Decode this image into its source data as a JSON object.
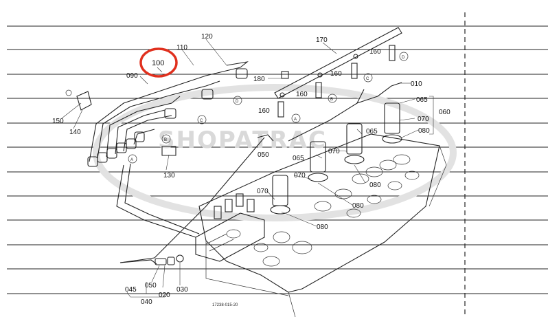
{
  "diagram": {
    "drawing_number": "17238-015-20",
    "watermark": "SHOPATRAC",
    "highlight": {
      "label": "100",
      "color": "#e0301e"
    },
    "part_labels": {
      "p010": "010",
      "p020": "020",
      "p030": "030",
      "p040": "040",
      "p045": "045",
      "p050a": "050",
      "p050b": "050",
      "p060": "060",
      "p065a": "065",
      "p065b": "065",
      "p065c": "065",
      "p070a": "070",
      "p070b": "070",
      "p070c": "070",
      "p070d": "070",
      "p080a": "080",
      "p080b": "080",
      "p080c": "080",
      "p080d": "080",
      "p090": "090",
      "p110": "110",
      "p120": "120",
      "p130": "130",
      "p140": "140",
      "p150": "150",
      "p160a": "160",
      "p160b": "160",
      "p160c": "160",
      "p160d": "160",
      "p170": "170",
      "p180": "180"
    },
    "callouts": {
      "a1": "A",
      "a2": "A",
      "b1": "B",
      "b2": "B",
      "c1": "C",
      "c2": "C",
      "d1": "D",
      "d2": "D"
    }
  }
}
